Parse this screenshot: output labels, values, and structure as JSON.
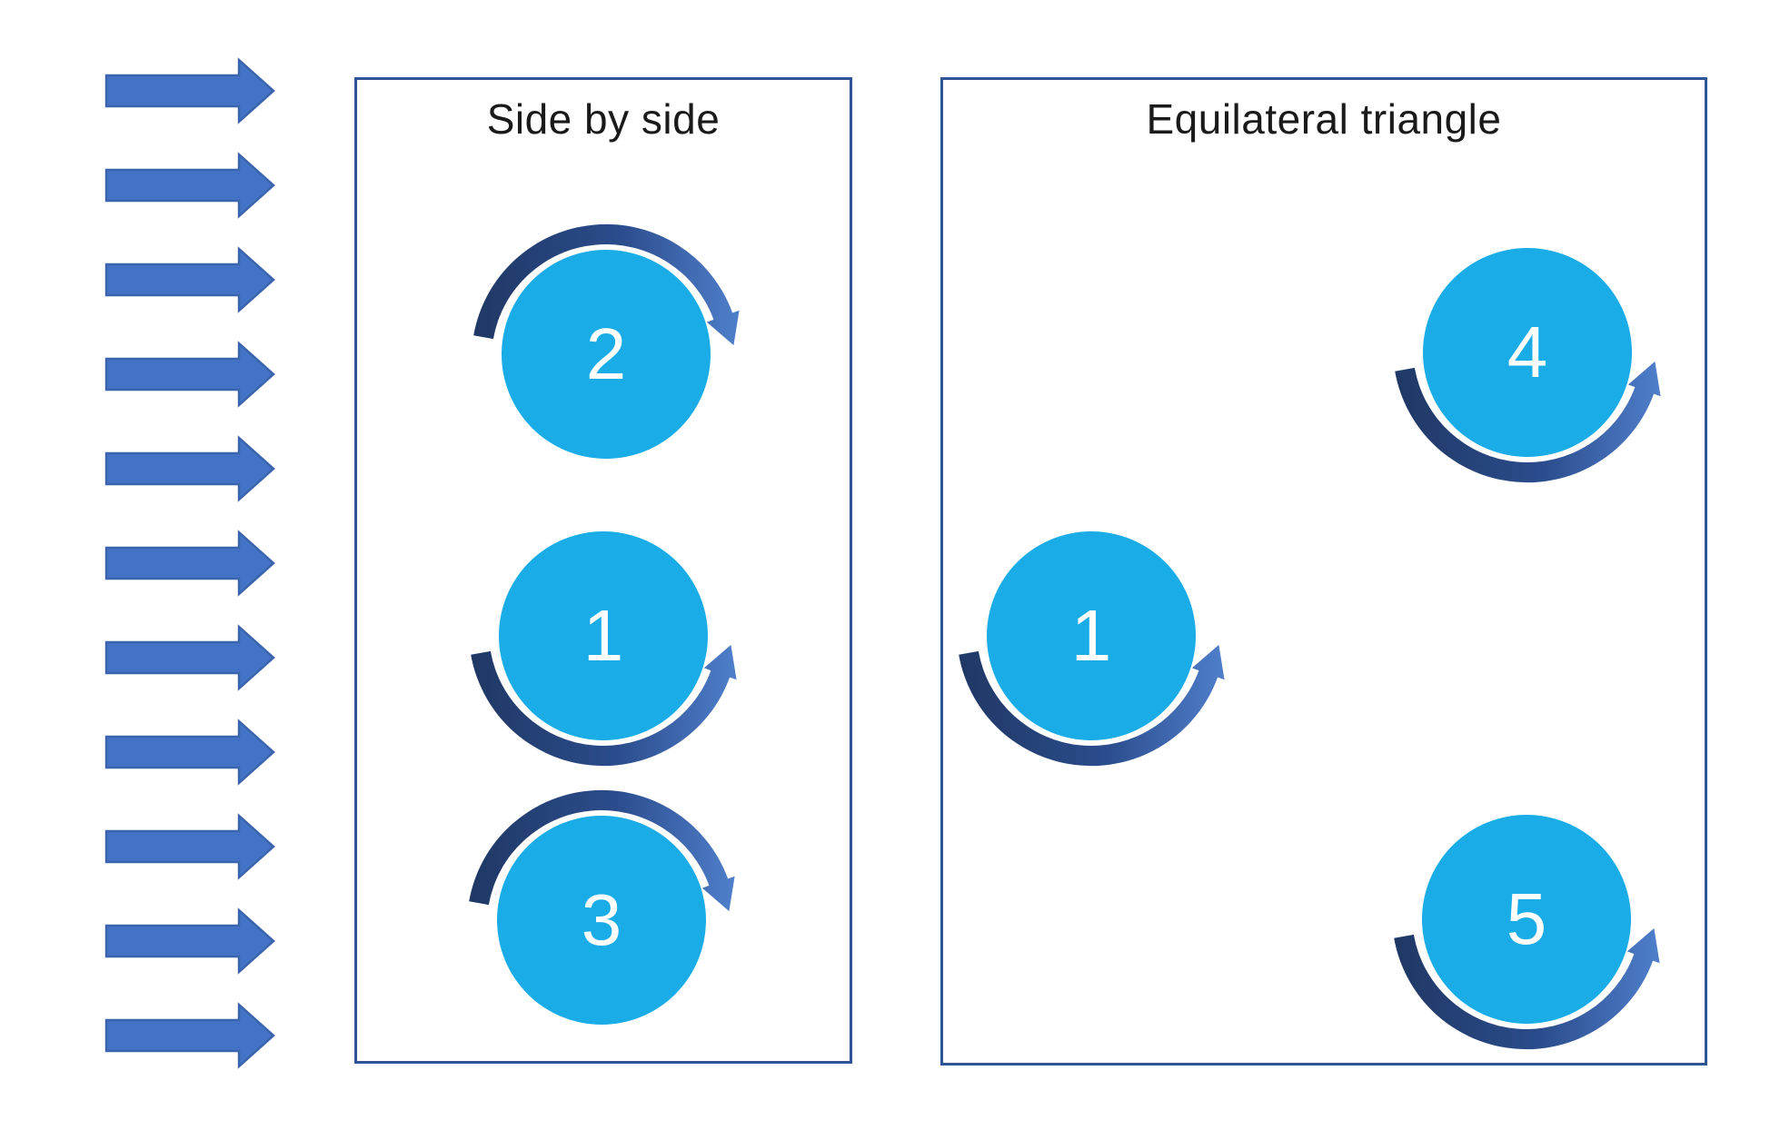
{
  "diagram": {
    "flow_arrows": {
      "count": 11,
      "direction": "right",
      "icon": "right-block-arrow"
    },
    "boxes": [
      {
        "title": "Side by side",
        "circles": [
          {
            "label": "2",
            "rotation": "clockwise",
            "arrow_position": "top"
          },
          {
            "label": "1",
            "rotation": "counterclockwise",
            "arrow_position": "bottom"
          },
          {
            "label": "3",
            "rotation": "clockwise",
            "arrow_position": "top"
          }
        ]
      },
      {
        "title": "Equilateral triangle",
        "circles": [
          {
            "label": "4",
            "rotation": "counterclockwise",
            "arrow_position": "bottom"
          },
          {
            "label": "1",
            "rotation": "counterclockwise",
            "arrow_position": "bottom"
          },
          {
            "label": "5",
            "rotation": "counterclockwise",
            "arrow_position": "bottom"
          }
        ]
      }
    ]
  },
  "colors": {
    "flow_fill": "#4472C4",
    "flow_stroke": "#3A64AE",
    "circle_fill": "#1AACE6",
    "circle_text": "#FFFFFF",
    "arc_dark": "#1F3864",
    "arc_mid": "#2B4C8C",
    "arc_light": "#4F7FCB",
    "box_border": "#2F5496",
    "title_color": "#1A1A1A"
  }
}
